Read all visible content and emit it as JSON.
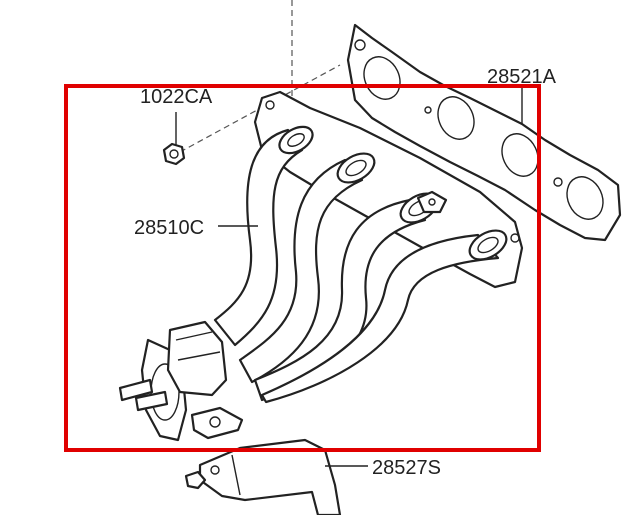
{
  "labels": {
    "nut": "1022CA",
    "manifold": "28510C",
    "gasket": "28521A",
    "bracket": "28527S"
  },
  "colors": {
    "highlight": "#e00000",
    "ink": "#222222",
    "paper": "#ffffff"
  }
}
